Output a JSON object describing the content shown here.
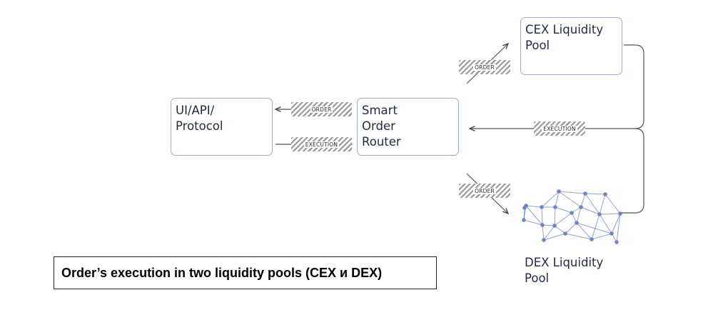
{
  "nodes": {
    "ui": "UI/API/\nProtocol",
    "router": "Smart\nOrder\nRouter",
    "cex": "CEX Liquidity\nPool",
    "dex": "DEX Liquidity\nPool"
  },
  "tags": {
    "order_to_ui": "ORDER",
    "execution_to_router": "EXECUTION",
    "order_to_cex": "ORDER",
    "execution_from_pools": "EXECUTION",
    "order_to_dex": "ORDER"
  },
  "caption": "Order’s execution in two liquidity pools (CEX и DEX)",
  "colors": {
    "box_border": "#9aaed3",
    "network": "#6b86c4",
    "line": "#555555"
  }
}
